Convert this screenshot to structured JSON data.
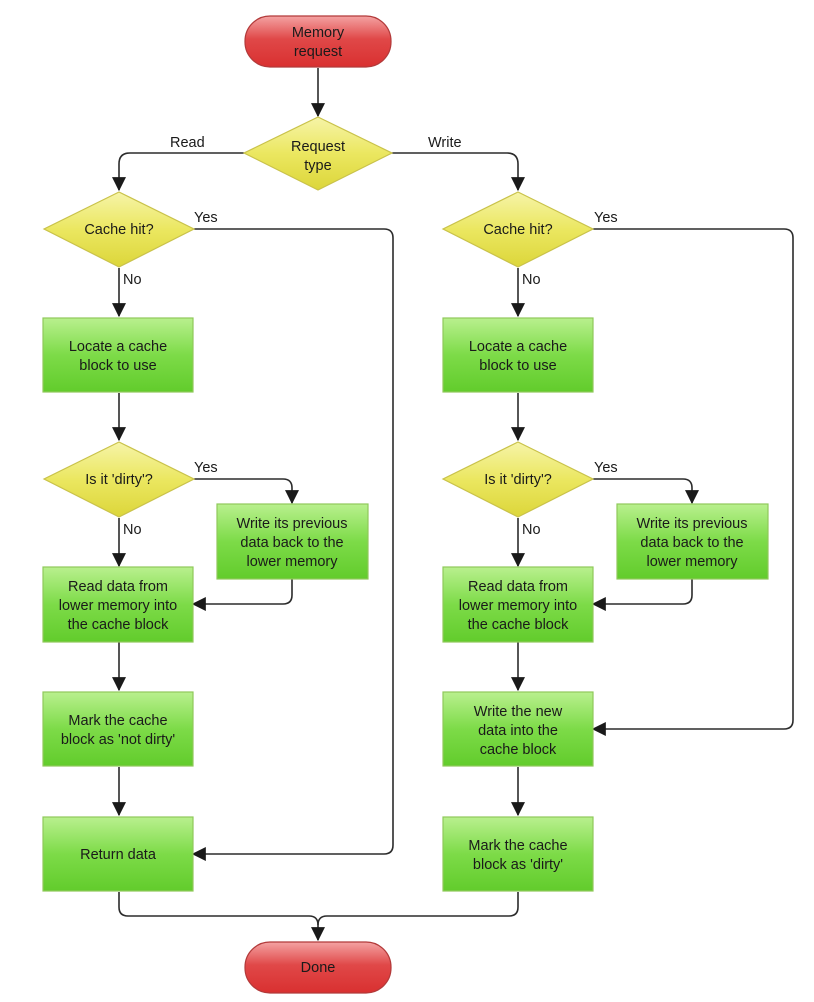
{
  "nodes": {
    "start": {
      "kind": "terminal",
      "lines": [
        "Memory",
        "request"
      ]
    },
    "request_type": {
      "kind": "decision",
      "lines": [
        "Request",
        "type"
      ]
    },
    "read_cache_hit": {
      "kind": "decision",
      "lines": [
        "Cache hit?"
      ]
    },
    "read_locate": {
      "kind": "process",
      "lines": [
        "Locate a cache",
        "block to use"
      ]
    },
    "read_dirty": {
      "kind": "decision",
      "lines": [
        "Is it 'dirty'?"
      ]
    },
    "read_writeback": {
      "kind": "process",
      "lines": [
        "Write its previous",
        "data back to the",
        "lower memory"
      ]
    },
    "read_readdata": {
      "kind": "process",
      "lines": [
        "Read data from",
        "lower memory into",
        "the cache block"
      ]
    },
    "read_mark": {
      "kind": "process",
      "lines": [
        "Mark the cache",
        "block as 'not dirty'"
      ]
    },
    "read_return": {
      "kind": "process",
      "lines": [
        "Return data"
      ]
    },
    "write_cache_hit": {
      "kind": "decision",
      "lines": [
        "Cache hit?"
      ]
    },
    "write_locate": {
      "kind": "process",
      "lines": [
        "Locate a cache",
        "block to use"
      ]
    },
    "write_dirty": {
      "kind": "decision",
      "lines": [
        "Is it 'dirty'?"
      ]
    },
    "write_writeback": {
      "kind": "process",
      "lines": [
        "Write its previous",
        "data back to the",
        "lower memory"
      ]
    },
    "write_readdata": {
      "kind": "process",
      "lines": [
        "Read data from",
        "lower memory into",
        "the cache block"
      ]
    },
    "write_newdata": {
      "kind": "process",
      "lines": [
        "Write the new",
        "data into the",
        "cache block"
      ]
    },
    "write_mark": {
      "kind": "process",
      "lines": [
        "Mark the cache",
        "block as 'dirty'"
      ]
    },
    "done": {
      "kind": "terminal",
      "lines": [
        "Done"
      ]
    }
  },
  "edge_labels": {
    "read": "Read",
    "write": "Write",
    "read_hit_yes": "Yes",
    "read_hit_no": "No",
    "read_dirty_yes": "Yes",
    "read_dirty_no": "No",
    "write_hit_yes": "Yes",
    "write_hit_no": "No",
    "write_dirty_yes": "Yes",
    "write_dirty_no": "No"
  },
  "colors": {
    "terminal_fill": "#e03c3c",
    "process_fill": "#6fd13a",
    "decision_fill": "#e6e24a",
    "line": "#2b2b2b"
  }
}
